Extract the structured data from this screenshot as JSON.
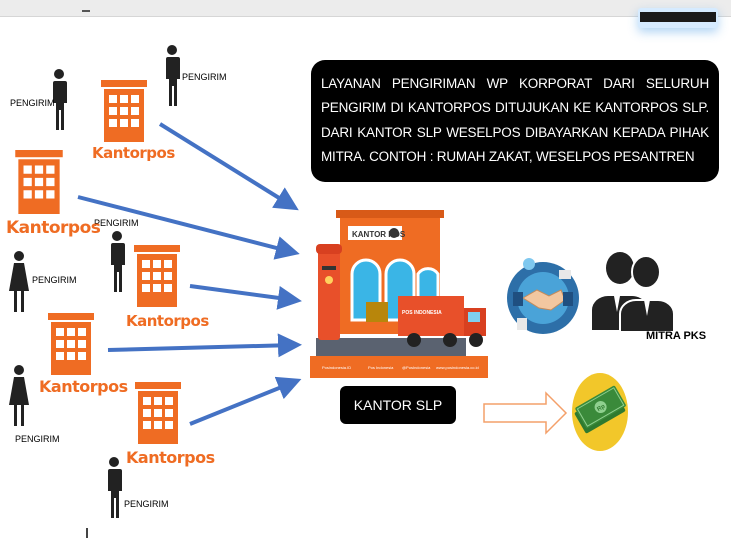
{
  "info_box": {
    "text": "LAYANAN PENGIRIMAN WP KORPORAT DARI SELURUH PENGIRIM DI KANTORPOS DITUJUKAN KE KANTORPOS SLP. DARI KANTOR SLP WESELPOS DIBAYARKAN KEPADA PIHAK MITRA. CONTOH : RUMAH ZAKAT, WESELPOS PESANTREN"
  },
  "pengirim_label": "PENGIRIM",
  "kantorpos_label": "Kantorpos",
  "kantor_slp_label": "KANTOR SLP",
  "mitra_label": "MITRA PKS",
  "building": {
    "sign": "KANTOR POS",
    "truck_text": "POS INDONESIA",
    "footer_items": [
      "Posindonesia.ID",
      "Pos Indonesia",
      "@PosIndonesia",
      "www.posindonesia.co.id"
    ]
  },
  "money": {
    "badge": "Rp"
  },
  "colors": {
    "orange": "#ef6c23",
    "arrow_blue": "#4472c4",
    "box_black": "#000000",
    "money_circle": "#f2c72a",
    "money_green": "#3a8a3a"
  }
}
